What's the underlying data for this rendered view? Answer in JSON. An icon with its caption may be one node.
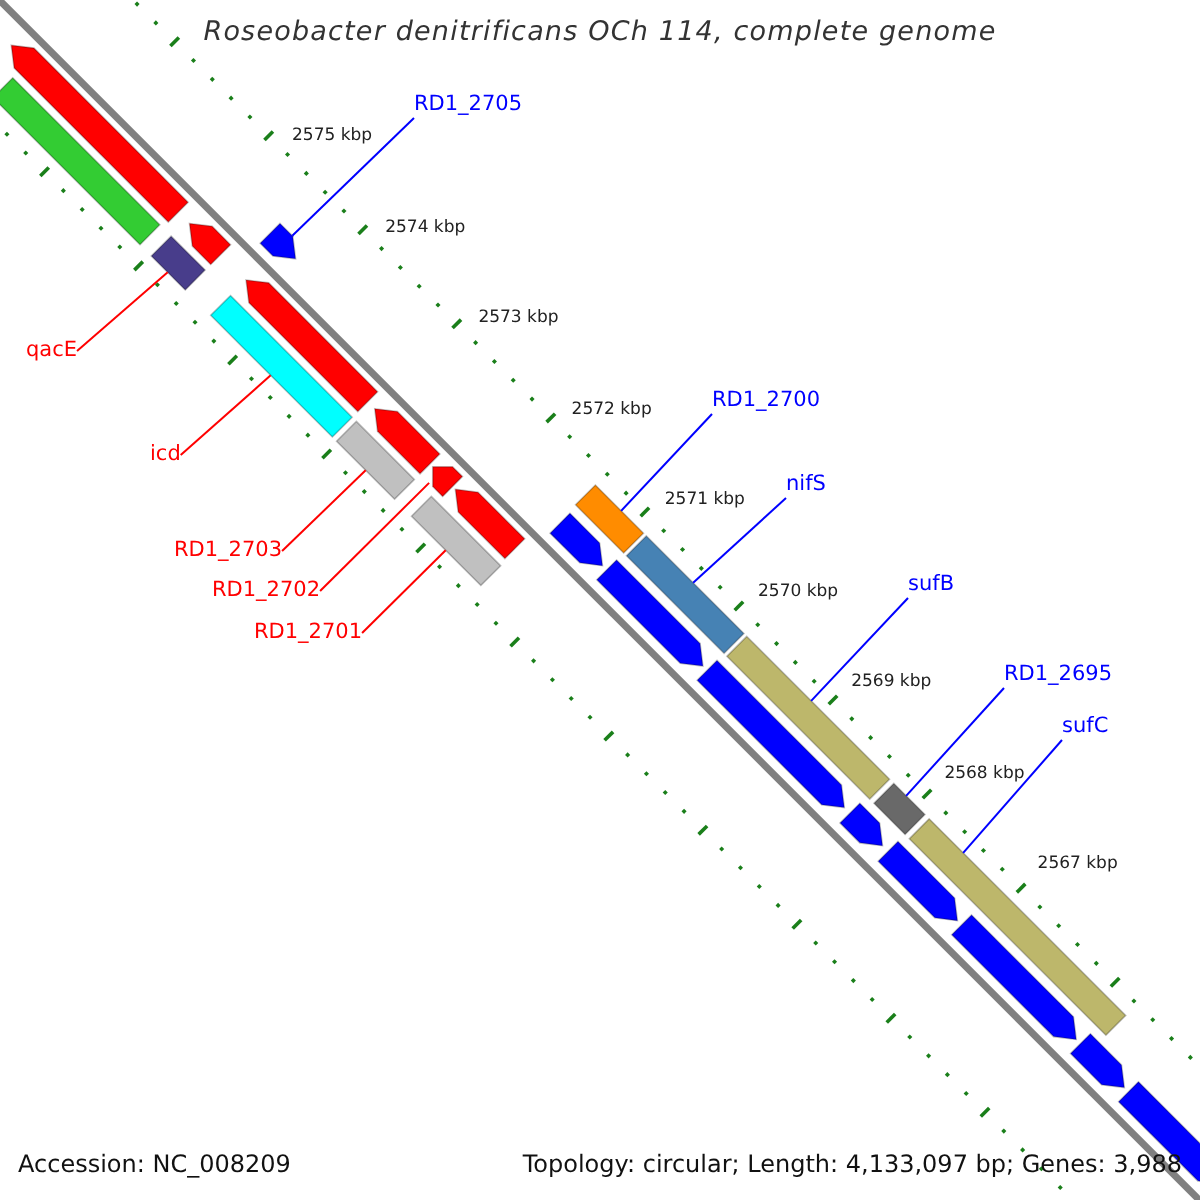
{
  "diagram": {
    "title": "Roseobacter denitrificans OCh 114, complete genome",
    "nodes": [
      {
        "text": [
          "RD1_2705"
        ]
      },
      {
        "text": [
          "qacE"
        ]
      },
      {
        "text": [
          "RD1_2700"
        ]
      },
      {
        "text": [
          "icd"
        ]
      },
      {
        "text": [
          "nifS"
        ]
      },
      {
        "text": [
          "RD1_2703"
        ]
      },
      {
        "text": [
          "sufB"
        ]
      },
      {
        "text": [
          "RD1_2702"
        ]
      },
      {
        "text": [
          "RD1_2701"
        ]
      },
      {
        "text": [
          "RD1_2695"
        ]
      },
      {
        "text": [
          "sufC"
        ]
      },
      {
        "text": [],
        "shape": "bar"
      },
      {
        "text": [],
        "shape": "pentagon"
      },
      {
        "text": [],
        "shape": "bar"
      },
      {
        "text": [],
        "shape": "pentagon"
      },
      {
        "text": [],
        "shape": "pentagon"
      },
      {
        "text": [],
        "shape": "pentagon"
      },
      {
        "text": [],
        "shape": "bar"
      },
      {
        "text": [],
        "shape": "bar"
      },
      {
        "text": [],
        "shape": "pentagon"
      },
      {
        "text": [],
        "shape": "pentagon"
      },
      {
        "text": [],
        "shape": "bar"
      },
      {
        "text": [],
        "shape": "pentagon"
      },
      {
        "text": [],
        "shape": "bar"
      },
      {
        "text": [],
        "shape": "pentagon"
      },
      {
        "text": [],
        "shape": "pentagon"
      },
      {
        "text": [],
        "shape": "bar"
      },
      {
        "text": [],
        "shape": "pentagon"
      },
      {
        "text": [],
        "shape": "bar"
      },
      {
        "text": [],
        "shape": "pentagon"
      },
      {
        "text": [],
        "shape": "bar"
      },
      {
        "text": [],
        "shape": "pentagon"
      },
      {
        "text": [],
        "shape": "bar"
      },
      {
        "text": [],
        "shape": "pentagon"
      },
      {
        "text": [],
        "shape": "pentagon"
      },
      {
        "text": [],
        "shape": "pentagon"
      }
    ],
    "edges": [
      {
        "from": 0,
        "to": 15,
        "arrow": "none"
      },
      {
        "from": 1,
        "to": 13,
        "arrow": "none",
        "color": "#ff0000"
      },
      {
        "from": 2,
        "to": 23,
        "arrow": "none"
      },
      {
        "from": 3,
        "to": 17,
        "arrow": "none",
        "color": "#ff0000"
      },
      {
        "from": 4,
        "to": 26,
        "arrow": "none"
      },
      {
        "from": 5,
        "to": 18,
        "arrow": "none",
        "color": "#ff0000"
      },
      {
        "from": 6,
        "to": 28,
        "arrow": "none"
      },
      {
        "from": 7,
        "to": 20,
        "arrow": "none",
        "color": "#ff0000"
      },
      {
        "from": 8,
        "to": 21,
        "arrow": "none",
        "color": "#ff0000"
      },
      {
        "from": 9,
        "to": 30,
        "arrow": "none"
      },
      {
        "from": 10,
        "to": 32,
        "arrow": "none"
      }
    ],
    "labels": [
      "2575 kbp",
      "2574 kbp",
      "2573 kbp",
      "2572 kbp",
      "2571 kbp",
      "2570 kbp",
      "2569 kbp",
      "2568 kbp",
      "2567 kbp",
      "Accession: NC_008209",
      "Topology: circular; Length: 4,133,097 bp; Genes: 3,988"
    ]
  }
}
